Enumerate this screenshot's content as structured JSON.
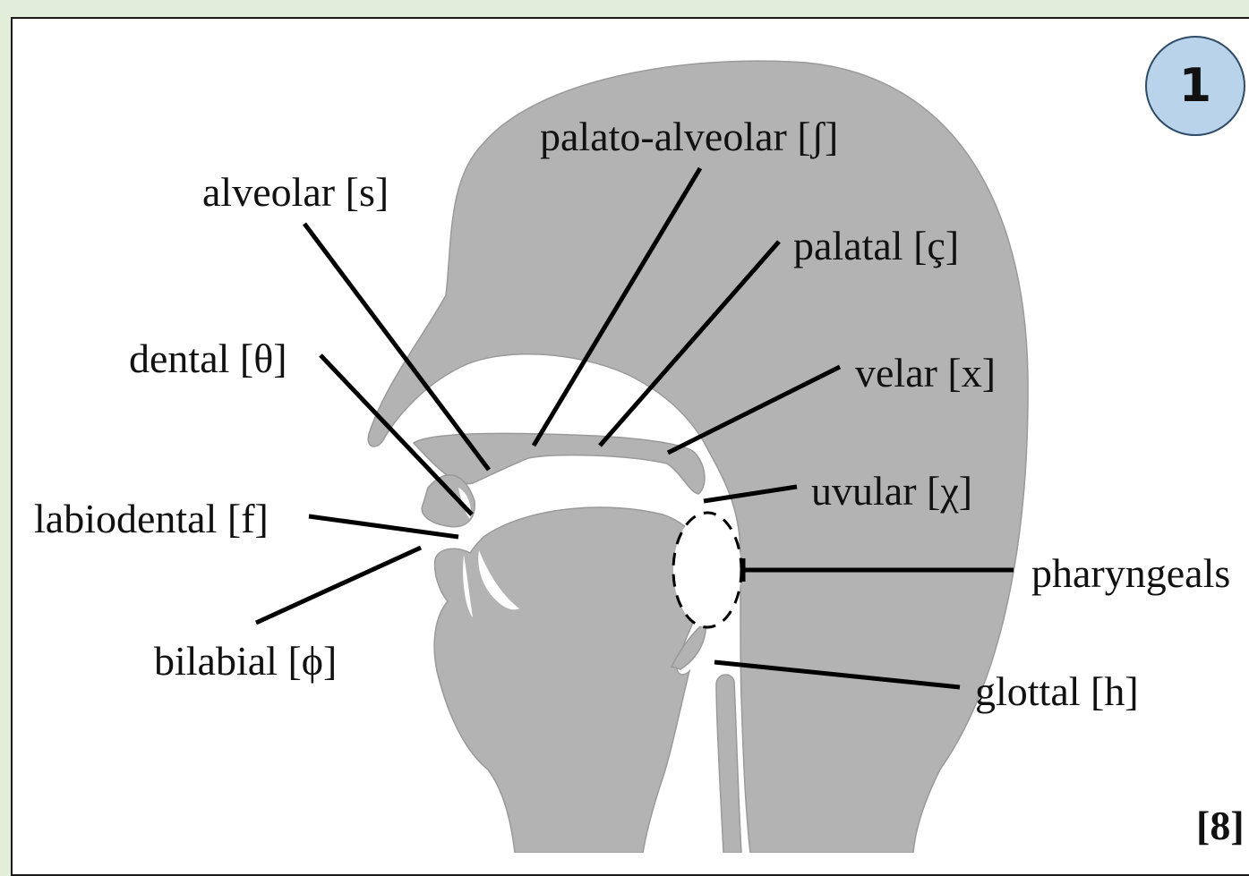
{
  "badge": "1",
  "reference": "[8]",
  "labels": {
    "alveolar": "alveolar [s]",
    "palato_alveolar": "palato-alveolar [ʃ]",
    "palatal": "palatal [ç]",
    "dental": "dental [θ]",
    "velar": "velar [x]",
    "uvular": "uvular [χ]",
    "labiodental": "labiodental [f]",
    "pharyngeals": "pharyngeals",
    "bilabial": "bilabial [ϕ]",
    "glottal": "glottal [h]"
  },
  "colors": {
    "anatomy": "#b3b3b3",
    "leader": "#000000",
    "background": "#e2eed9",
    "badge": "#b9d4ea"
  }
}
